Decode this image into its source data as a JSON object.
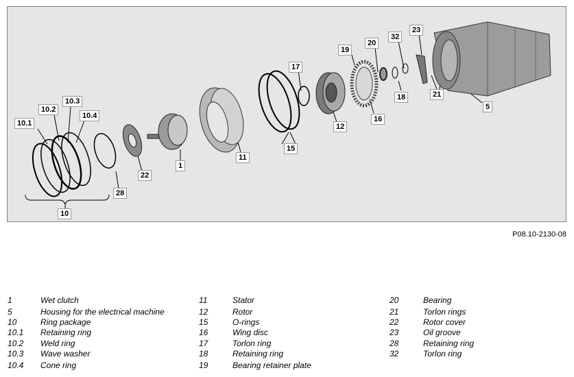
{
  "figure": {
    "code": "P08.10-2130-08",
    "callouts": [
      {
        "id": "c-10-1",
        "label": "10.1"
      },
      {
        "id": "c-10-2",
        "label": "10.2"
      },
      {
        "id": "c-10-3",
        "label": "10.3"
      },
      {
        "id": "c-10-4",
        "label": "10.4"
      },
      {
        "id": "c-10",
        "label": "10"
      },
      {
        "id": "c-28",
        "label": "28"
      },
      {
        "id": "c-22",
        "label": "22"
      },
      {
        "id": "c-1",
        "label": "1"
      },
      {
        "id": "c-11",
        "label": "11"
      },
      {
        "id": "c-17",
        "label": "17"
      },
      {
        "id": "c-15",
        "label": "15"
      },
      {
        "id": "c-12",
        "label": "12"
      },
      {
        "id": "c-19",
        "label": "19"
      },
      {
        "id": "c-16",
        "label": "16"
      },
      {
        "id": "c-20",
        "label": "20"
      },
      {
        "id": "c-32",
        "label": "32"
      },
      {
        "id": "c-18",
        "label": "18"
      },
      {
        "id": "c-23",
        "label": "23"
      },
      {
        "id": "c-21",
        "label": "21"
      },
      {
        "id": "c-5",
        "label": "5"
      }
    ]
  },
  "legend": {
    "columns": [
      [
        {
          "num": "1",
          "text": "Wet clutch"
        },
        {
          "num": "5",
          "text": "Housing for the electrical machine"
        },
        {
          "num": "10",
          "text": "Ring package"
        },
        {
          "num": "10.1",
          "text": "Retaining ring"
        },
        {
          "num": "10.2",
          "text": "Weld ring"
        },
        {
          "num": "10.3",
          "text": "Wave washer"
        },
        {
          "num": "10.4",
          "text": "Cone ring"
        }
      ],
      [
        {
          "num": "11",
          "text": "Stator"
        },
        {
          "num": "12",
          "text": "Rotor"
        },
        {
          "num": "15",
          "text": "O-rings"
        },
        {
          "num": "16",
          "text": "Wing disc"
        },
        {
          "num": "17",
          "text": "Torlon ring"
        },
        {
          "num": "18",
          "text": "Retaining ring"
        },
        {
          "num": "19",
          "text": "Bearing retainer plate"
        }
      ],
      [
        {
          "num": "20",
          "text": "Bearing"
        },
        {
          "num": "21",
          "text": "Torlon rings"
        },
        {
          "num": "22",
          "text": "Rotor cover"
        },
        {
          "num": "23",
          "text": "Oil groove"
        },
        {
          "num": "28",
          "text": "Retaining ring"
        },
        {
          "num": "32",
          "text": "Torlon ring"
        }
      ]
    ]
  }
}
